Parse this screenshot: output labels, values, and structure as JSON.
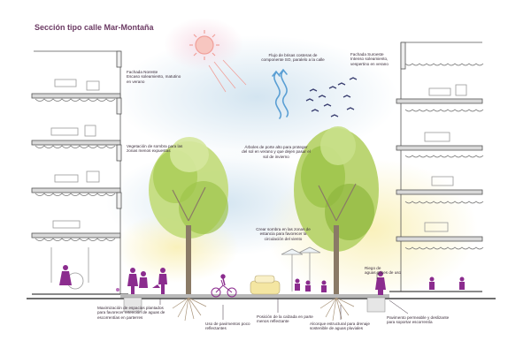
{
  "title": "Sección tipo calle Mar-Montaña",
  "annotations": {
    "fachada_noreste": "Fachada Noreste\nEscaso soleamiento, matutino\nen verano",
    "flujo_brisas": "Flujo de brisas costeras de\ncomponente SO, paralelo a la calle",
    "fachada_suroeste": "Fachada Suroeste\nIntenso soleamiento,\nvespertino en verano",
    "vegetacion": "Vegetación de sombra para las\nzonas menos expuestas",
    "arboles": "Árboles de porte alto para proteger\ndel sol en verano y que dejen pasar el\nsol de invierno",
    "crear_sombra": "Crear sombra en las zonas de\nestancia para favorecer la\ncirculación del viento",
    "riego": "Riego de\naguas grises de uso",
    "maximizacion": "Maximización de espacios plantados\npara favorecer retención de aguas de\nescorrentías en parterres",
    "pavimentos": "Uso de pavimentos poco\nreflectantes",
    "posicion_calzada": "Posición de la calzada en parte\nmenos reflectante",
    "alcorque": "Alcorque estructural para drenaje\nsostenible de aguas pluviales",
    "pavimento_permeable": "Pavimento permeable y deslizante\npara soportar escorrentía"
  },
  "colors": {
    "title": "#6b3a63",
    "people": "#8b2c8e",
    "tree_canopy": "#b7d36b",
    "tree_canopy_dark": "#8fb73d",
    "sun": "#f2a7a0",
    "wind": "#5a9fd4",
    "birds": "#3a3f70",
    "wash_blue": "#dce9f2",
    "wash_yellow": "#fbf3c6"
  },
  "icons": [
    "sun-icon",
    "wind-icon",
    "birds-icon",
    "tree-icon",
    "person-icon",
    "bicycle-icon",
    "car-icon",
    "umbrella-icon"
  ]
}
